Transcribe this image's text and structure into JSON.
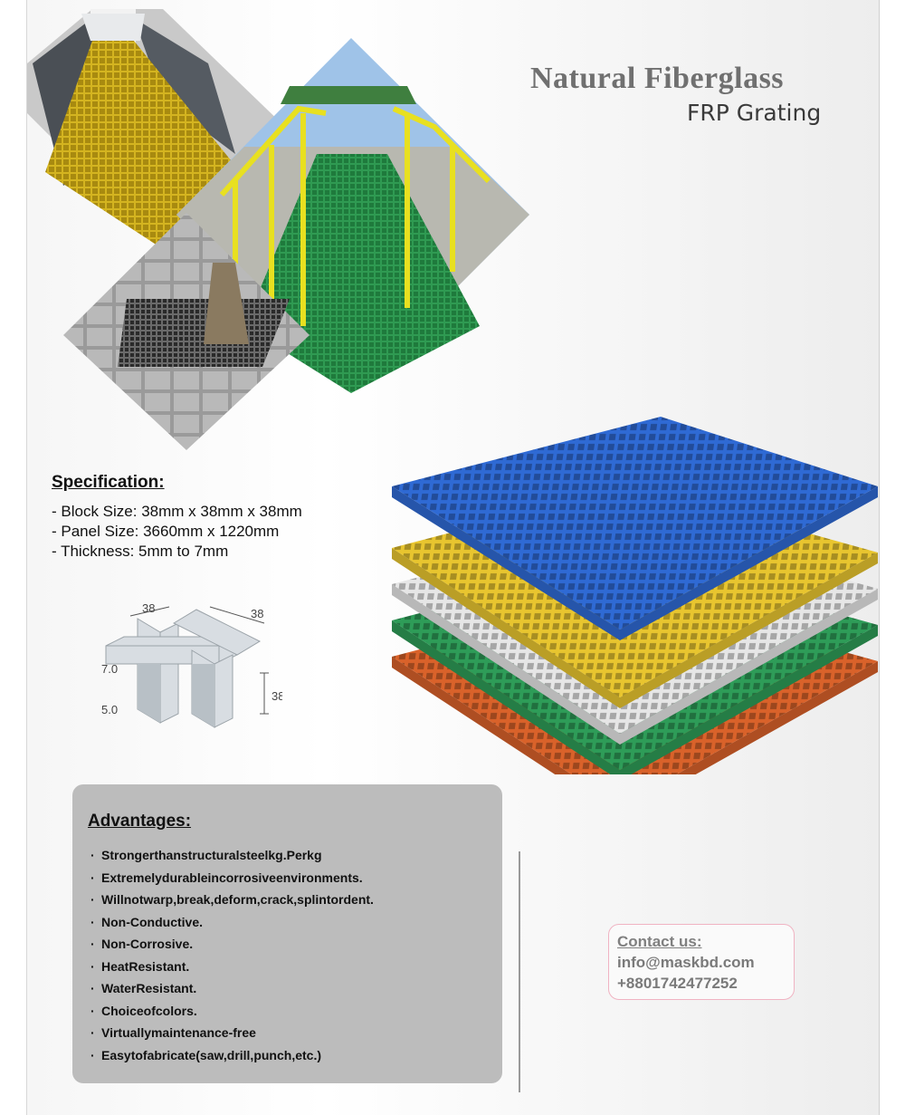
{
  "title": {
    "line1": "Natural Fiberglass",
    "line2": "FRP Grating"
  },
  "specification": {
    "heading": "Specification:",
    "items": [
      "- Block Size: 38mm x 38mm x 38mm",
      "- Panel Size: 3660mm x 1220mm",
      "- Thickness: 5mm to 7mm"
    ]
  },
  "cross_section": {
    "dim_top_left": "38",
    "dim_top_right": "38",
    "dim_side_upper": "7.0",
    "dim_side_lower": "5.0",
    "dim_height": "38"
  },
  "panels": {
    "colors": [
      "#2f6ad4",
      "#e8c52f",
      "#e6e6e6",
      "#2e9c58",
      "#d9622a"
    ]
  },
  "advantages": {
    "heading": "Advantages:",
    "bullet": "·",
    "items": [
      "Strongerthanstructuralsteelkg.Perkg",
      "Extremelydurableincorrosiveenvironments.",
      "Willnotwarp,break,deform,crack,splintordent.",
      "Non-Conductive.",
      "Non-Corrosive.",
      "HeatResistant.",
      "WaterResistant.",
      "Choiceofcolors.",
      "Virtuallymaintenance-free",
      "Easytofabricate(saw,drill,punch,etc.)"
    ]
  },
  "contact": {
    "heading": "Contact us:",
    "email": "info@maskbd.com",
    "phone": "+8801742477252"
  }
}
